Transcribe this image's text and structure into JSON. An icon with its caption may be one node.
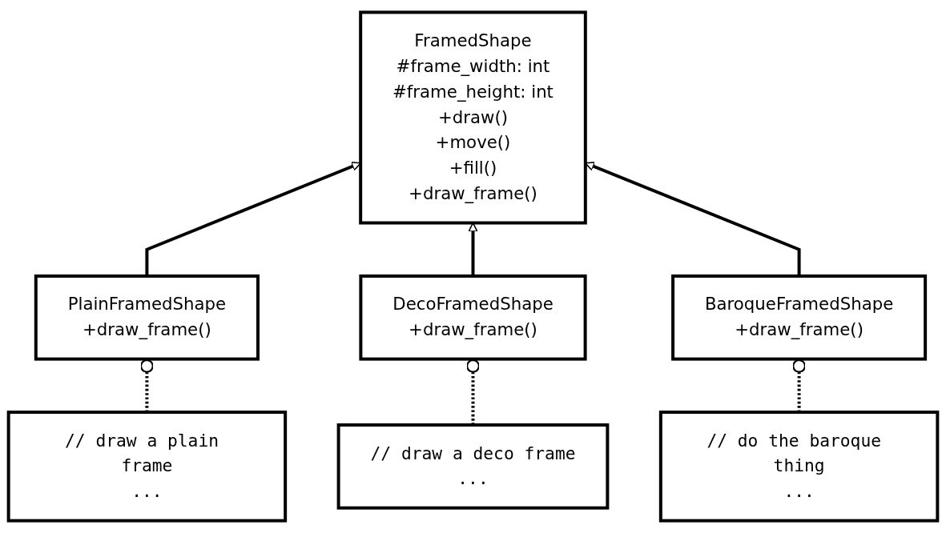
{
  "diagram": {
    "nodes": [
      {
        "text": [
          "FramedShape",
          "#frame_width: int",
          "#frame_height: int",
          "+draw()",
          "+move()",
          "+fill()",
          "+draw_frame()"
        ]
      },
      {
        "text": [
          "PlainFramedShape",
          "+draw_frame()"
        ]
      },
      {
        "text": [
          "DecoFramedShape",
          "+draw_frame()"
        ]
      },
      {
        "text": [
          "BaroqueFramedShape",
          "+draw_frame()"
        ]
      },
      {
        "text": [
          "// draw a plain frame",
          "..."
        ]
      },
      {
        "text": [
          "// draw a deco frame",
          "..."
        ]
      },
      {
        "text": [
          "// do the baroque thing",
          "..."
        ]
      }
    ],
    "edges": [
      {
        "from": 1,
        "to": 0,
        "arrow": "to"
      },
      {
        "from": 2,
        "to": 0,
        "arrow": "to"
      },
      {
        "from": 3,
        "to": 0,
        "arrow": "to"
      },
      {
        "from": 4,
        "to": 1,
        "arrow": "other",
        "style": "dashed"
      },
      {
        "from": 5,
        "to": 2,
        "arrow": "other",
        "style": "dashed"
      },
      {
        "from": 6,
        "to": 3,
        "arrow": "other",
        "style": "dashed"
      }
    ]
  }
}
